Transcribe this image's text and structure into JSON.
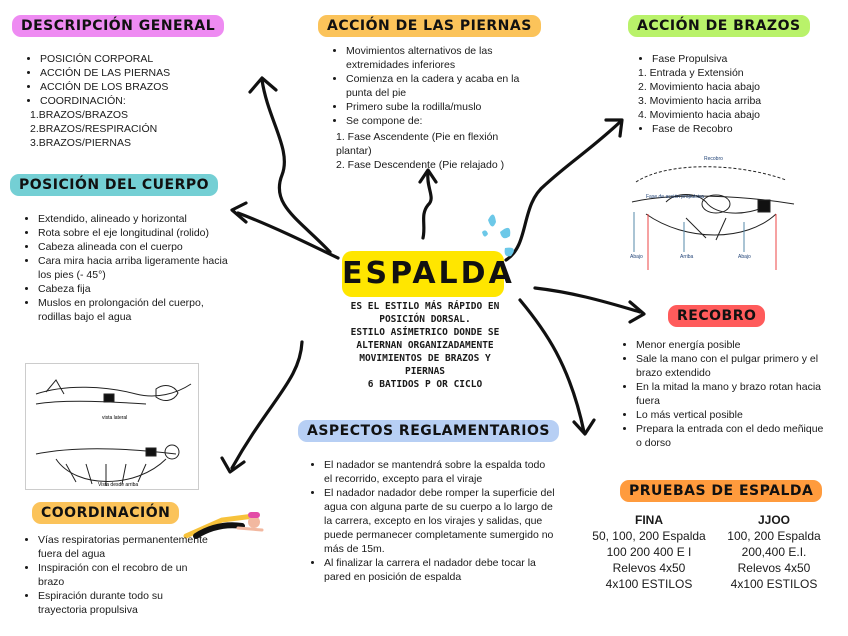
{
  "center": {
    "title": "ESPALDA",
    "description": [
      "ES EL ESTILO MÁS RÁPIDO EN",
      "POSICIÓN DORSAL.",
      "ESTILO ASÍMETRICO DONDE SE",
      "ALTERNAN ORGANIZADAMENTE",
      "MOVIMIENTOS DE BRAZOS Y",
      "PIERNAS",
      "6 BATIDOS P OR CICLO"
    ]
  },
  "descripcion": {
    "title": "DESCRIPCIÓN GENERAL",
    "items": [
      "POSICIÓN CORPORAL",
      "ACCIÓN DE LAS PIERNAS",
      "ACCIÓN DE LOS BRAZOS",
      "COORDINACIÓN:"
    ],
    "sub": [
      "1.BRAZOS/BRAZOS",
      "2.BRAZOS/RESPIRACIÓN",
      "3.BRAZOS/PIERNAS"
    ]
  },
  "posicion": {
    "title": "POSICIÓN DEL CUERPO",
    "items": [
      "Extendido, alineado y horizontal",
      "Rota sobre el eje longitudinal (rolido)",
      "Cabeza alineada con el cuerpo",
      "Cara mira hacia arriba ligeramente hacia los pies (- 45°)",
      "Cabeza fija",
      "Muslos en prolongación del cuerpo, rodillas bajo el agua"
    ]
  },
  "piernas": {
    "title": "ACCIÓN DE LAS PIERNAS",
    "items": [
      "Movimientos alternativos de las extremidades inferiores",
      "Comienza en la cadera y acaba en la punta del pie",
      "Primero sube la rodilla/muslo",
      "Se compone de:"
    ],
    "sub": [
      "1. Fase Ascendente (Pie en flexión plantar)",
      "2. Fase Descendente (Pie relajado )"
    ]
  },
  "brazos": {
    "title": "ACCIÓN DE BRAZOS",
    "item_first": "Fase Propulsiva",
    "sub": [
      "1. Entrada y Extensión",
      "2. Movimiento hacia abajo",
      "3. Movimiento hacia arriba",
      "4. Movimiento hacia abajo"
    ],
    "item_last": "Fase de Recobro",
    "figure_labels": [
      "Recobro",
      "Fase de acción propulsiva",
      "Abajo",
      "Arriba",
      "Abajo"
    ]
  },
  "recobro": {
    "title": "RECOBRO",
    "items": [
      "Menor energía posible",
      "Sale la mano con el pulgar primero y el brazo extendido",
      "En la mitad la mano y brazo rotan hacia fuera",
      "Lo más vertical posible",
      "Prepara la entrada con el dedo meñique o dorso"
    ]
  },
  "aspectos": {
    "title": "ASPECTOS REGLAMENTARIOS",
    "items": [
      "El nadador se mantendrá sobre la espalda todo el recorrido, excepto para el viraje",
      "El nadador nadador debe romper la superficie del agua con alguna parte de su cuerpo a lo largo de la carrera, excepto en los virajes y salidas, que puede permanecer completamente sumergido no más de 15m.",
      "Al finalizar la carrera el nadador debe tocar la pared en posición de espalda"
    ]
  },
  "coordinacion": {
    "title": "COORDINACIÓN",
    "items": [
      "Vías respiratorias permanentemente fuera del agua",
      "Inspiración con el recobro de un brazo",
      "Espiración durante todo su trayectoria propulsiva"
    ]
  },
  "pruebas": {
    "title": "PRUEBAS DE ESPALDA",
    "fina": {
      "heading": "FINA",
      "lines": [
        "50, 100, 200 Espalda",
        "100 200 400 E I",
        "Relevos 4x50",
        "4x100 ESTILOS"
      ]
    },
    "jjoo": {
      "heading": "JJOO",
      "lines": [
        "100, 200 Espalda",
        "200,400 E.I.",
        "Relevos 4x50",
        "4x100 ESTILOS"
      ]
    }
  },
  "sketch_labels": [
    "vista lateral",
    "Vista desde arriba"
  ],
  "colors": {
    "pink": "#ee8bf2",
    "orange": "#fbc35a",
    "green": "#b9f26a",
    "teal": "#74cfd4",
    "red": "#ff5b5b",
    "blue": "#b7cff4",
    "yellow": "#ffe600",
    "orange2": "#ff9b3d",
    "swimmer": "#f7c23b"
  }
}
